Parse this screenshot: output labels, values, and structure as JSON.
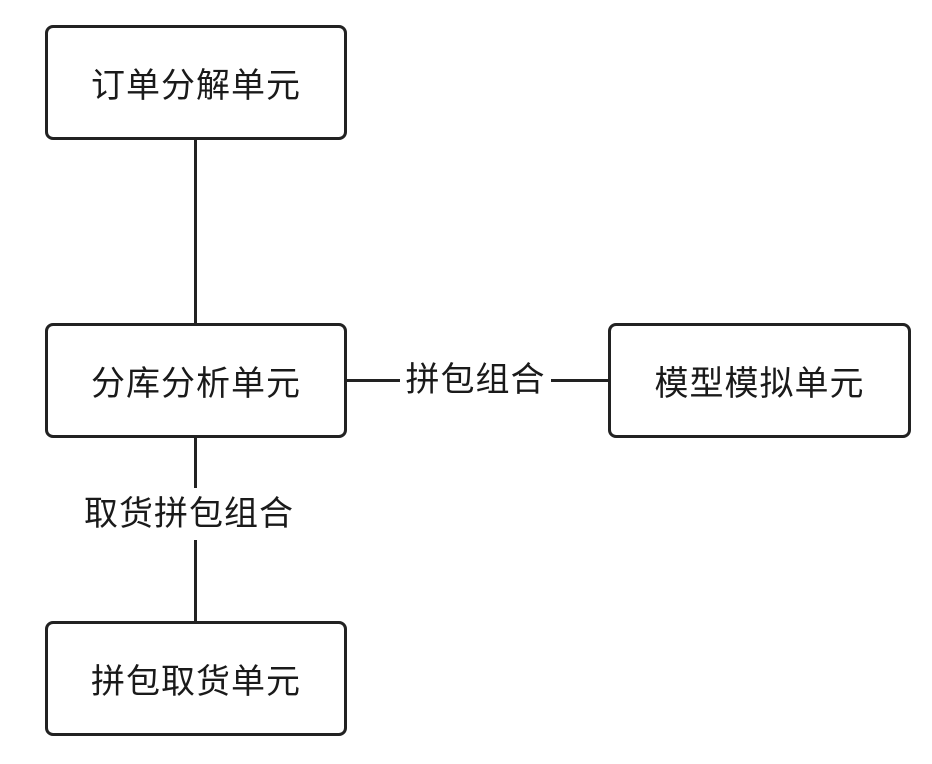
{
  "nodes": {
    "order_decomposition": "订单分解单元",
    "warehouse_analysis": "分库分析单元",
    "model_simulation": "模型模拟单元",
    "pick_package": "拼包取货单元"
  },
  "edges": {
    "warehouse_to_model": "拼包组合",
    "warehouse_to_pick": "取货拼包组合"
  }
}
